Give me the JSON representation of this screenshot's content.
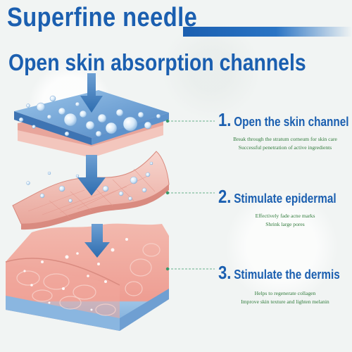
{
  "header": {
    "title": "Superfine needle",
    "subtitle": "Open skin absorption channels"
  },
  "steps": [
    {
      "number": "1.",
      "title": "Open the skin channel",
      "lines": [
        "Break through the stratum corneum for skin care",
        "Successful penetration of active ingredients"
      ]
    },
    {
      "number": "2.",
      "title": "Stimulate epidermal",
      "lines": [
        "Effectively fade acne marks",
        "Shrink large pores"
      ]
    },
    {
      "number": "3.",
      "title": "Stimulate the dermis",
      "lines": [
        "Helps to regenerate collagen",
        "Improve skin texture and lighten melanin"
      ]
    }
  ],
  "colors": {
    "title_blue": "#1b5fb0",
    "desc_green": "#2f7a3a",
    "leader_green": "#3a9a6a",
    "arrow_blue": "#3f7fbf"
  },
  "icons": [
    "down-arrow-icon",
    "bubble-icon"
  ]
}
